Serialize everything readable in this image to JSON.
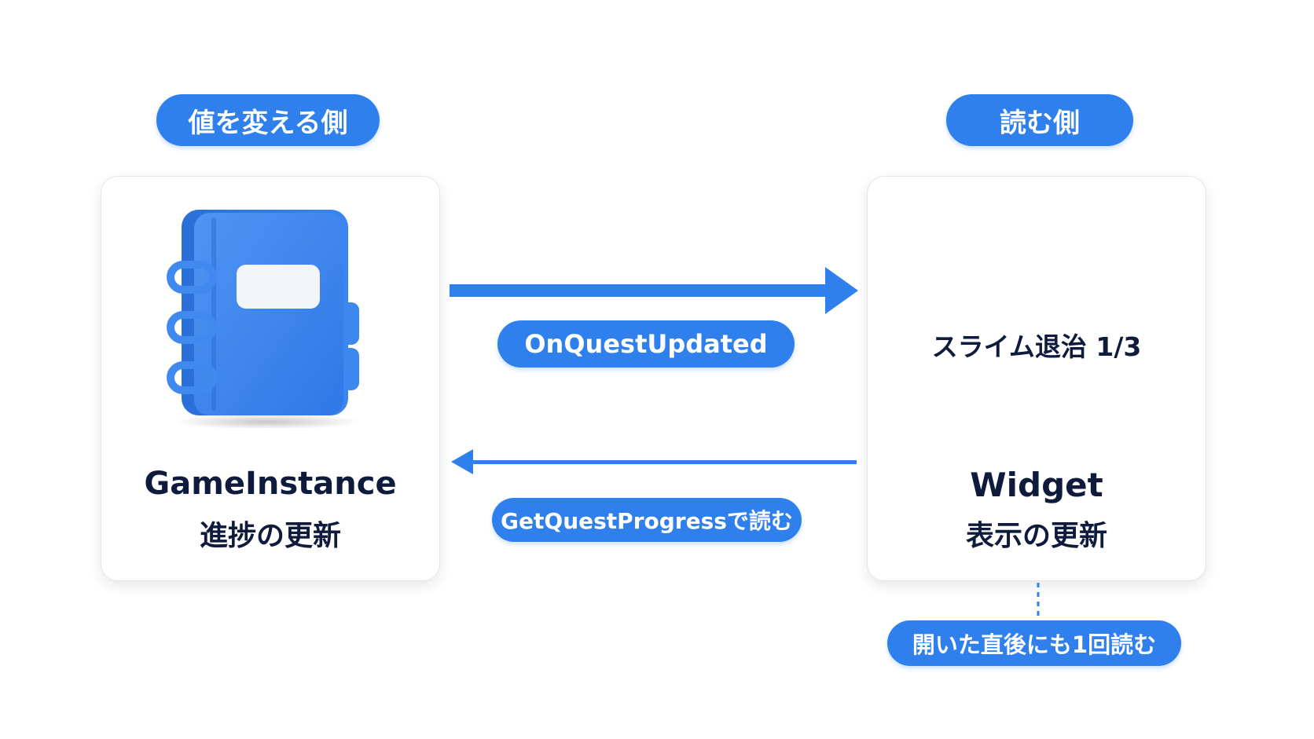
{
  "colors": {
    "accent": "#2f80ed",
    "text_dark": "#0f1b3d",
    "card_border": "#e4e6eb",
    "background": "#ffffff"
  },
  "left_side": {
    "label": "値を変える側",
    "icon": "notebook-icon",
    "title": "GameInstance",
    "subtitle": "進捗の更新"
  },
  "right_side": {
    "label": "読む側",
    "display_text": "スライム退治 1/3",
    "title": "Widget",
    "subtitle": "表示の更新"
  },
  "arrows": {
    "forward_label": "OnQuestUpdated",
    "backward_label": "GetQuestProgressで読む"
  },
  "note": {
    "label": "開いた直後にも1回読む"
  }
}
